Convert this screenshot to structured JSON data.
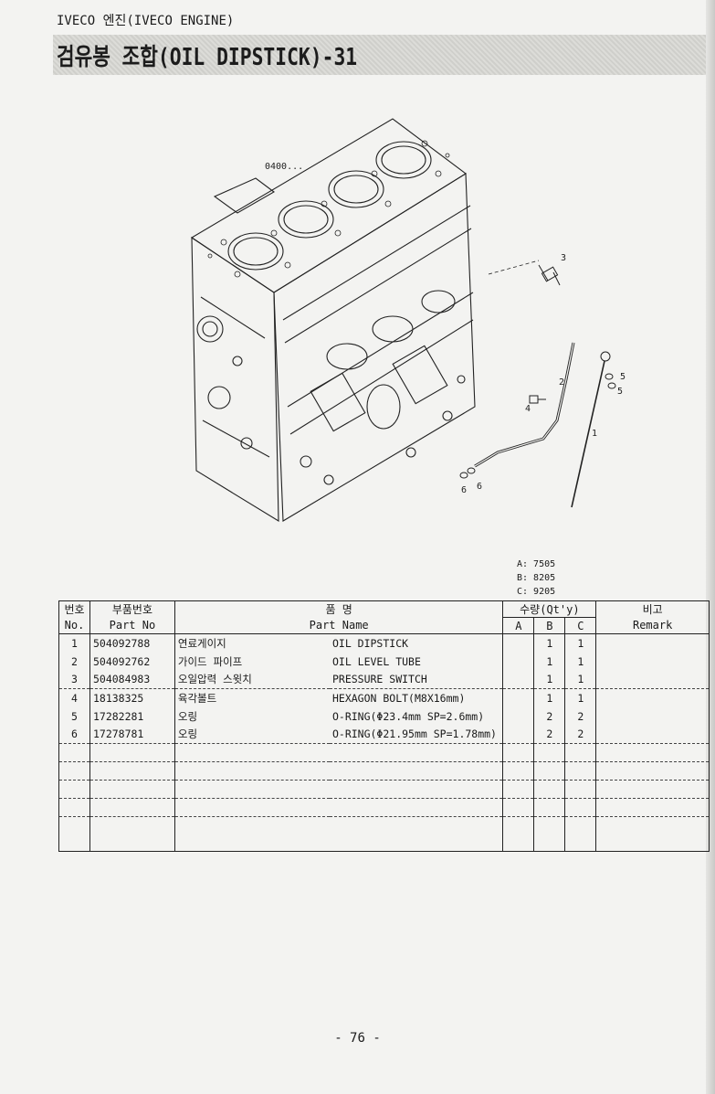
{
  "header": {
    "category": "IVECO 엔진(IVECO ENGINE)",
    "title": "검유봉 조합(OIL DIPSTICK)-31"
  },
  "drawing": {
    "ref_label": "0400...",
    "callouts": [
      "1",
      "2",
      "3",
      "4",
      "5",
      "5",
      "6",
      "6"
    ]
  },
  "models": [
    "A: 7505",
    "B: 8205",
    "C: 9205"
  ],
  "table": {
    "headers": {
      "no_ko": "번호",
      "no_en": "No.",
      "part_no_ko": "부품번호",
      "part_no_en": "Part No",
      "name_ko": "품 명",
      "name_en": "Part Name",
      "qty": "수량(Qt'y)",
      "qty_a": "A",
      "qty_b": "B",
      "qty_c": "C",
      "remark_ko": "비고",
      "remark_en": "Remark"
    },
    "rows": [
      {
        "no": "1",
        "part_no": "504092788",
        "name_ko": "연료게이지",
        "name_en": "OIL DIPSTICK",
        "a": "",
        "b": "1",
        "c": "1",
        "remark": ""
      },
      {
        "no": "2",
        "part_no": "504092762",
        "name_ko": "가이드 파이프",
        "name_en": "OIL LEVEL TUBE",
        "a": "",
        "b": "1",
        "c": "1",
        "remark": ""
      },
      {
        "no": "3",
        "part_no": "504084983",
        "name_ko": "오일압력 스윗치",
        "name_en": "PRESSURE SWITCH",
        "a": "",
        "b": "1",
        "c": "1",
        "remark": ""
      },
      {
        "no": "4",
        "part_no": "18138325",
        "name_ko": "육각볼트",
        "name_en": "HEXAGON BOLT(M8X16mm)",
        "a": "",
        "b": "1",
        "c": "1",
        "remark": ""
      },
      {
        "no": "5",
        "part_no": "17282281",
        "name_ko": "오링",
        "name_en": "O-RING(Φ23.4mm SP=2.6mm)",
        "a": "",
        "b": "2",
        "c": "2",
        "remark": ""
      },
      {
        "no": "6",
        "part_no": "17278781",
        "name_ko": "오링",
        "name_en": "O-RING(Φ21.95mm SP=1.78mm)",
        "a": "",
        "b": "2",
        "c": "2",
        "remark": ""
      }
    ]
  },
  "footer": {
    "page_number": "- 76 -"
  }
}
